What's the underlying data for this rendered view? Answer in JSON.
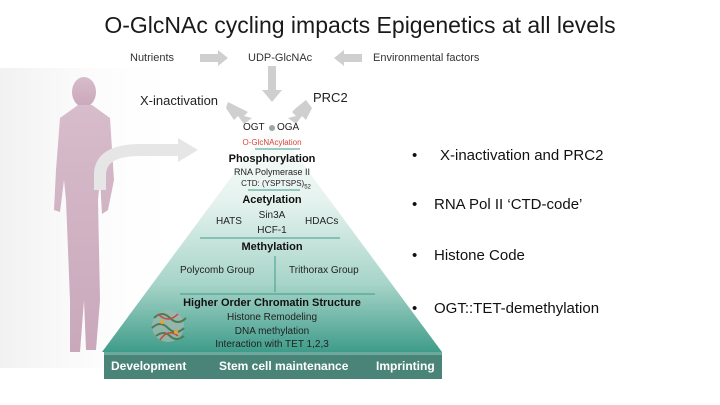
{
  "title": "O-GlcNAc cycling impacts Epigenetics at all levels",
  "top": {
    "nutrients": "Nutrients",
    "udp": "UDP-GlcNAc",
    "environment": "Environmental factors"
  },
  "inputs": {
    "x_inactivation": "X-inactivation",
    "prc2": "PRC2"
  },
  "pyramid": {
    "ogt": "OGT",
    "oga": "OGA",
    "oglcnacylation": "O-GlcNAcylation",
    "phosphorylation": {
      "title": "Phosphorylation",
      "line1": "RNA Polymerase II",
      "line2": "CTD: (YSPTSPS)",
      "line2_sub": "52"
    },
    "acetylation": {
      "title": "Acetylation",
      "left": "HATS",
      "center1": "Sin3A",
      "center2": "HCF-1",
      "right": "HDACs"
    },
    "methylation": {
      "title": "Methylation",
      "left": "Polycomb Group",
      "right": "Trithorax Group"
    },
    "chromatin": {
      "title": "Higher Order Chromatin Structure",
      "line1": "Histone Remodeling",
      "line2": "DNA methylation",
      "line3": "Interaction with TET 1,2,3"
    },
    "base": {
      "left": "Development",
      "center": "Stem cell maintenance",
      "right": "Imprinting"
    }
  },
  "bullets": [
    "X-inactivation and PRC2",
    "RNA Pol II ‘CTD-code’",
    "Histone Code",
    "OGT::TET-demethylation"
  ],
  "colors": {
    "pyramid_top": "#ffffff",
    "pyramid_bottom": "#3f9c8a",
    "base_bar": "#4a8478",
    "accent_red": "#d9453a",
    "arrow_gray": "#cfcfcf",
    "silhouette": "#c8a6b8"
  }
}
